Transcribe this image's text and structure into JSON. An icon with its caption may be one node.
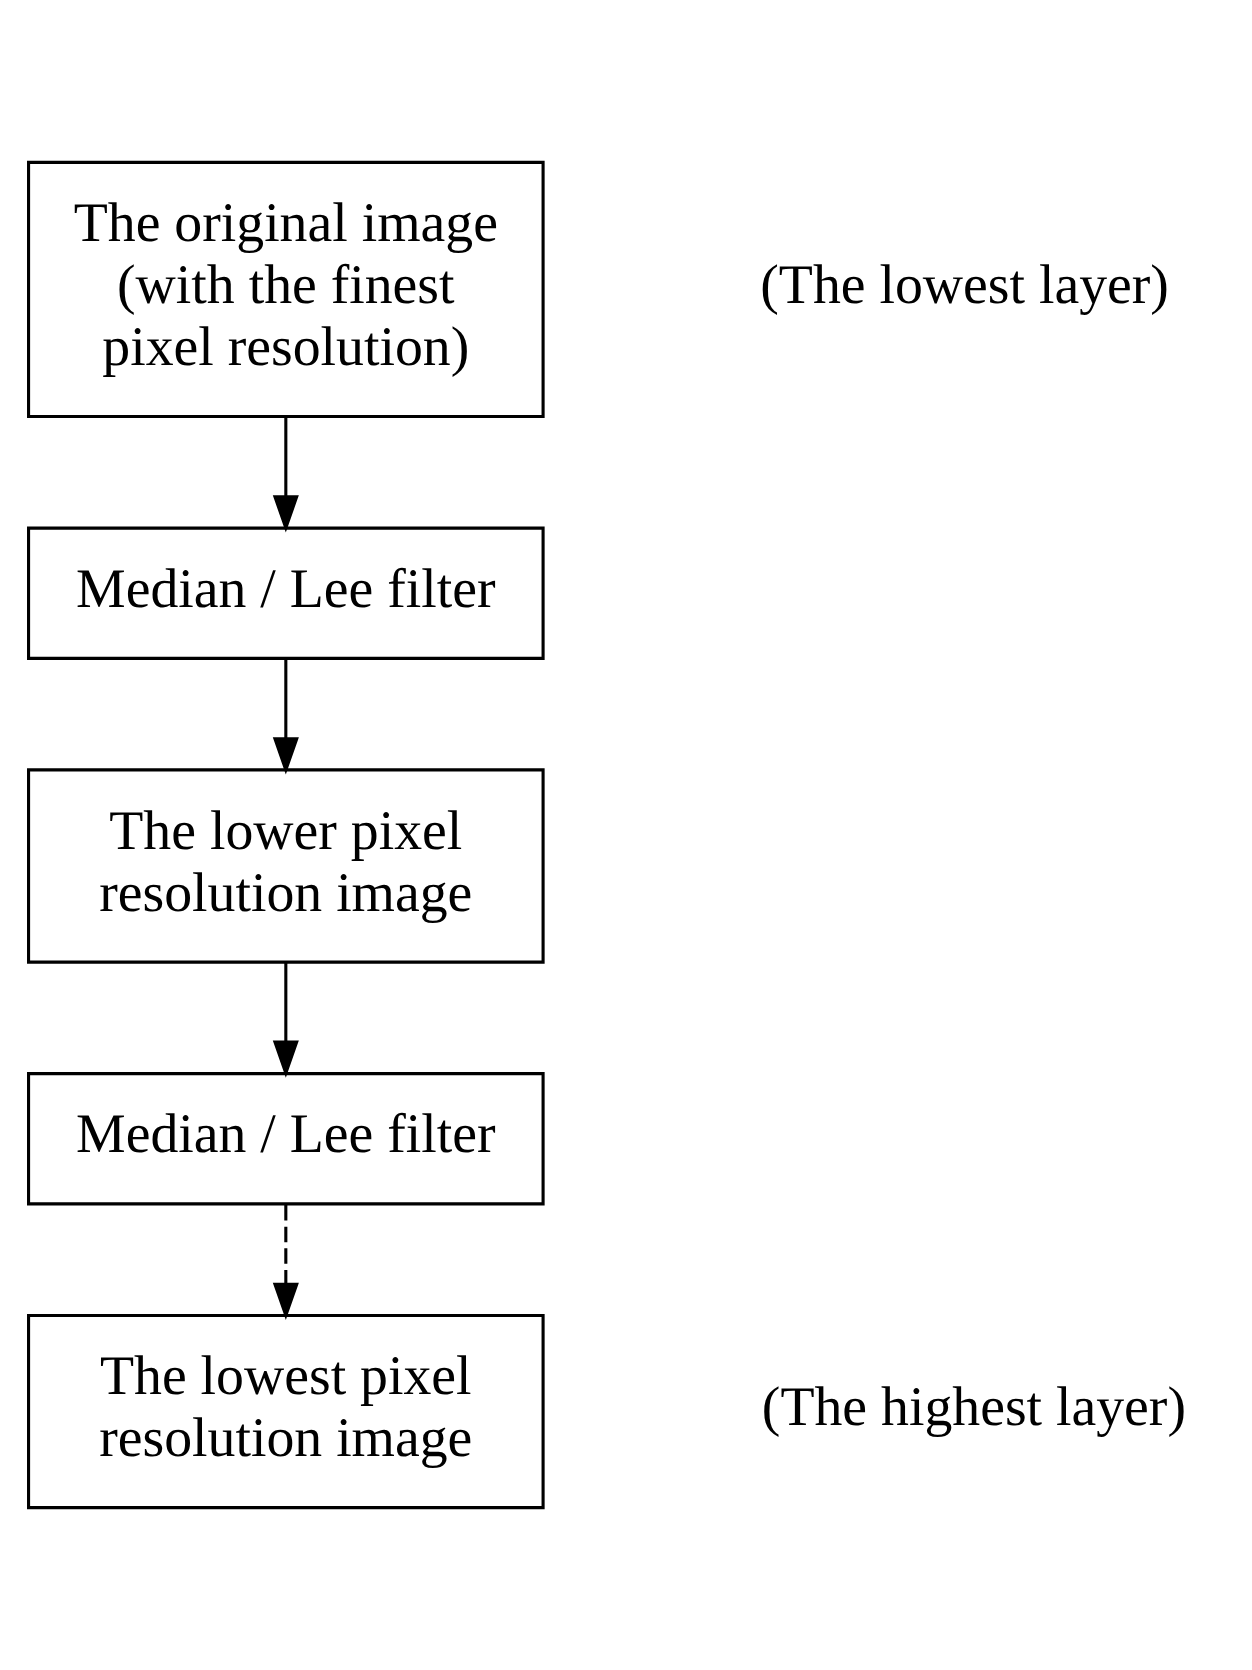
{
  "diagram": {
    "nodes": [
      {
        "text": [
          "The original image (with the finest pixel resolution)"
        ],
        "beside": [
          "(The lowest layer)"
        ]
      },
      {
        "text": [
          "Median / Lee filter"
        ]
      },
      {
        "text": [
          "The lower pixel resolution image"
        ]
      },
      {
        "text": [
          "Median / Lee filter"
        ]
      },
      {
        "text": [
          "The lowest pixel resolution image"
        ],
        "beside": [
          "(The highest layer)"
        ]
      }
    ],
    "edges": [
      {
        "from": 0,
        "to": 1,
        "arrow": "to"
      },
      {
        "from": 1,
        "to": 2,
        "arrow": "to"
      },
      {
        "from": 2,
        "to": 3,
        "arrow": "to"
      },
      {
        "from": 3,
        "to": 4,
        "arrow": "to",
        "style": "dashed"
      }
    ]
  }
}
